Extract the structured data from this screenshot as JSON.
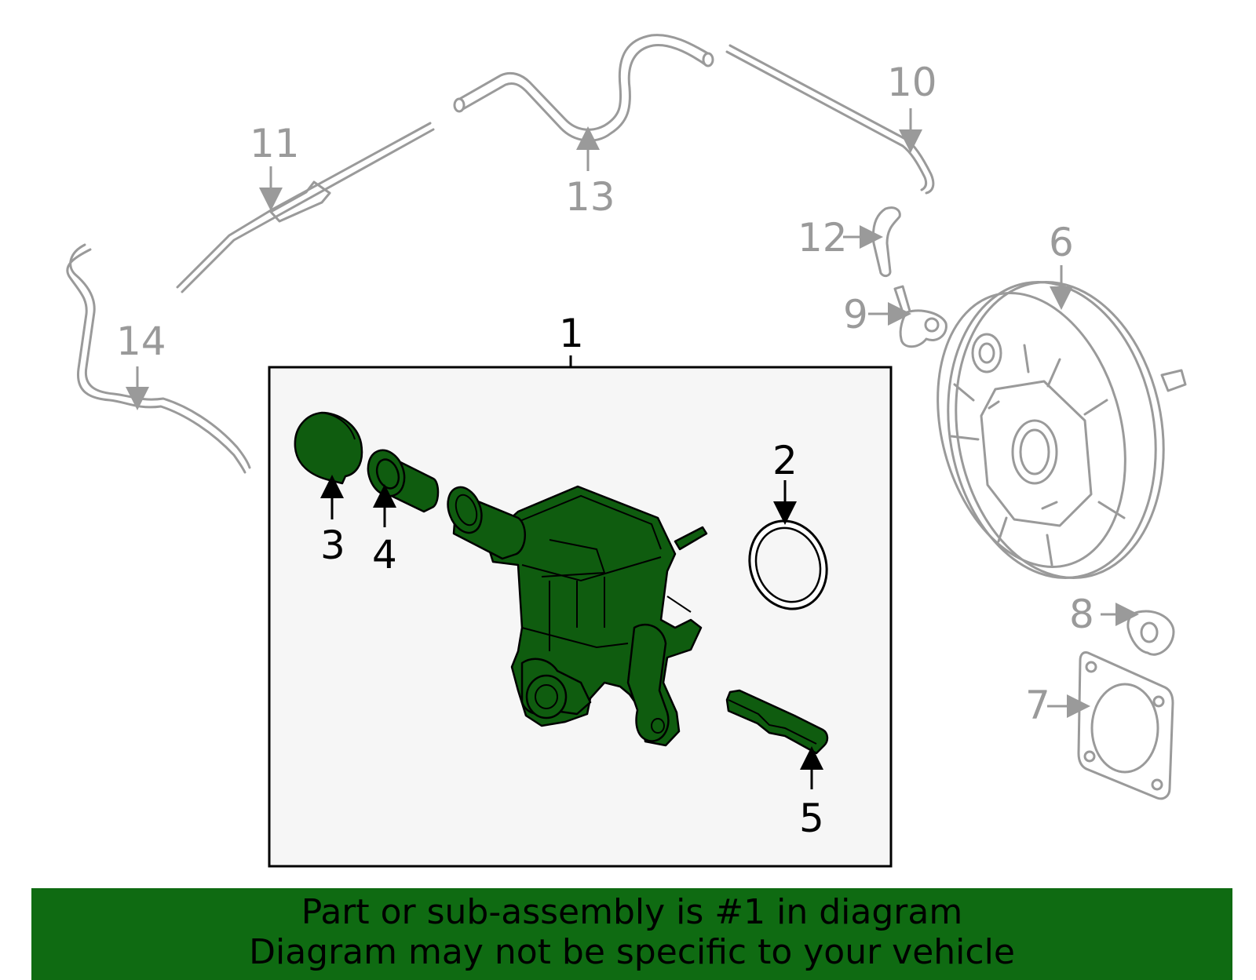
{
  "callouts": {
    "c1": "1",
    "c2": "2",
    "c3": "3",
    "c4": "4",
    "c5": "5",
    "c6": "6",
    "c7": "7",
    "c8": "8",
    "c9": "9",
    "c10": "10",
    "c11": "11",
    "c12": "12",
    "c13": "13",
    "c14": "14"
  },
  "banner": {
    "line1": "Part or sub-assembly is #1 in diagram",
    "line2": "Diagram may not be specific to your vehicle"
  },
  "colors": {
    "highlight_part": "#0f5c0f",
    "banner_background": "#0f6b12",
    "other_parts": "#9a9a9a",
    "box_background": "#f6f6f6"
  }
}
